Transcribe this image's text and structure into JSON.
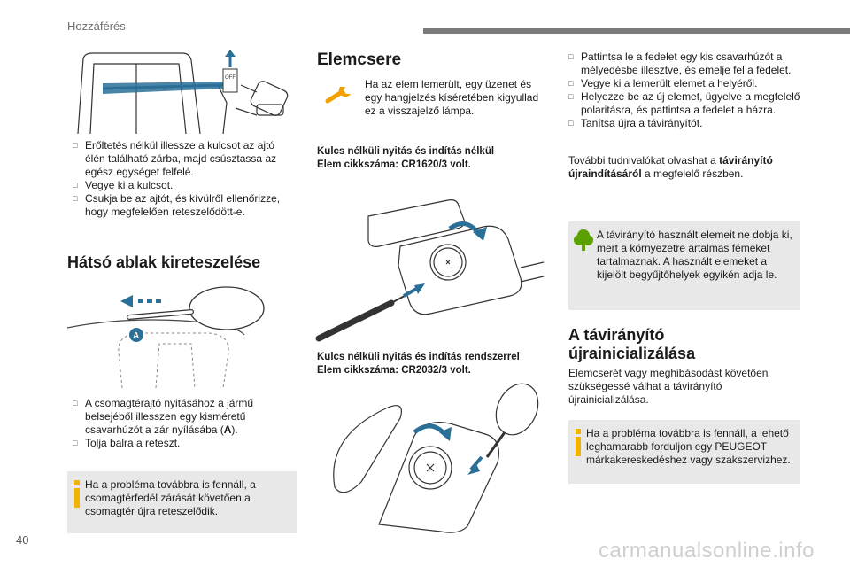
{
  "header": {
    "section": "Hozzáférés"
  },
  "page_number": "40",
  "watermark": "carmanualsonline.info",
  "col1": {
    "bullets_top": [
      "Erőltetés nélkül illessze a kulcsot az ajtó élén található zárba, majd csúsztassa az egész egységet felfelé.",
      "Vegye ki a kulcsot.",
      "Csukja be az ajtót, és kívülről ellenőrizze, hogy megfelelően reteszelődött-e."
    ],
    "heading": "Hátsó ablak kireteszelése",
    "illus_label": "A",
    "off_label": "OFF",
    "bullet_a": {
      "pre": "A csomagtérajtó nyitásához a jármű belsejéből illesszen egy kisméretű csavarhúzót a zár nyílásába (",
      "bold": "A",
      "post": ")."
    },
    "bullet_b": "Tolja balra a reteszt.",
    "note": "Ha a probléma továbbra is fennáll, a csomagtérfedél zárását követően a csomagtér újra reteszelődik."
  },
  "col2": {
    "heading": "Elemcsere",
    "warn_text": "Ha az elem lemerült, egy üzenet és egy hangjelzés kíséretében kigyullad ez a visszajelző lámpa.",
    "caption1_line1": "Kulcs nélküli nyitás és indítás nélkül",
    "caption1_line2": "Elem cikkszáma: CR1620/3 volt.",
    "caption2_line1": "Kulcs nélküli nyitás és indítás rendszerrel",
    "caption2_line2": "Elem cikkszáma: CR2032/3 volt."
  },
  "col3": {
    "bullets": [
      "Pattintsa le a fedelet egy kis csavarhúzót a mélyedésbe illesztve, és emelje fel a fedelet.",
      "Vegye ki a lemerült elemet a helyéről.",
      "Helyezze be az új elemet, ügyelve a megfelelő polaritásra, és pattintsa a fedelet a házra.",
      "Tanítsa újra a távirányítót."
    ],
    "more_pre": "További tudnivalókat olvashat a ",
    "more_bold": "távirányító újraindításáról",
    "more_post": " a megfelelő részben.",
    "eco_note": "A távirányító használt elemeit ne dobja ki, mert a környezetre ártalmas fémeket tartalmaznak. A használt elemeket a kijelölt begyűjtőhelyek egyikén adja le.",
    "heading_line1": "A távirányító",
    "heading_line2": "újrainicializálása",
    "body": "Elemcserét vagy meghibásodást követően szükségessé válhat a távirányító újrainicializálása.",
    "note": "Ha a probléma továbbra is fennáll, a lehető leghamarabb forduljon egy PEUGEOT márkakereskedéshez vagy szakszervizhez."
  },
  "colors": {
    "accent_blue": "#2a6f97",
    "warn_orange": "#f0a000",
    "eco_green": "#5aa000",
    "info_yellow": "#f0b400",
    "note_bg": "#e8e8e8"
  }
}
